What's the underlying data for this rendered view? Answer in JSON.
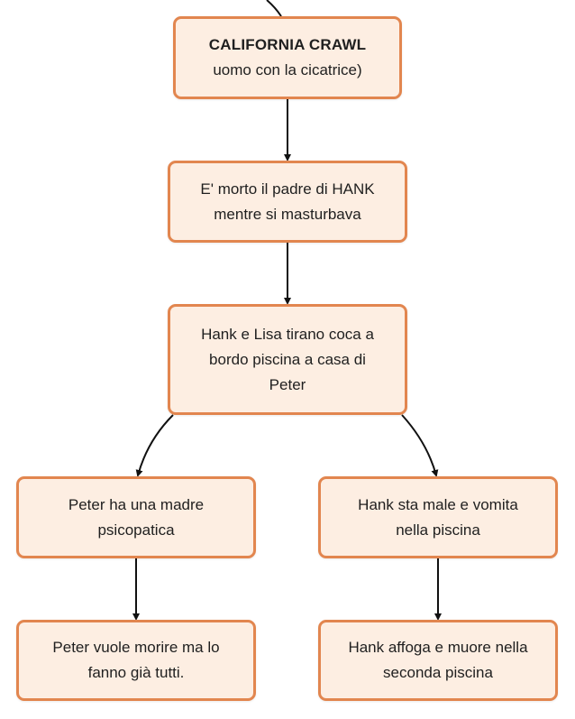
{
  "nodes": [
    {
      "id": "node-1",
      "lines": [
        "CALIFORNIA CRAWL",
        "uomo con la cicatrice)"
      ]
    },
    {
      "id": "node-2",
      "lines": [
        "E' morto il padre di HANK",
        "mentre si masturbava"
      ]
    },
    {
      "id": "node-3",
      "lines": [
        "Hank e Lisa tirano coca a",
        "bordo piscina a casa di",
        "Peter"
      ]
    },
    {
      "id": "node-4",
      "lines": [
        "Peter ha una madre",
        "psicopatica"
      ]
    },
    {
      "id": "node-5",
      "lines": [
        "Hank sta male e vomita",
        "nella piscina"
      ]
    },
    {
      "id": "node-6",
      "lines": [
        "Peter vuole morire ma lo",
        "fanno già tutti."
      ]
    },
    {
      "id": "node-7",
      "lines": [
        "Hank affoga e muore nella",
        "seconda piscina"
      ]
    }
  ],
  "edges": [
    {
      "from": "node-1",
      "to": "node-2"
    },
    {
      "from": "node-2",
      "to": "node-3"
    },
    {
      "from": "node-3",
      "to": "node-4"
    },
    {
      "from": "node-3",
      "to": "node-5"
    },
    {
      "from": "node-4",
      "to": "node-6"
    },
    {
      "from": "node-5",
      "to": "node-7"
    }
  ],
  "colors": {
    "node_fill": "#fdeee2",
    "node_border": "#e2864f",
    "connector": "#111111"
  }
}
